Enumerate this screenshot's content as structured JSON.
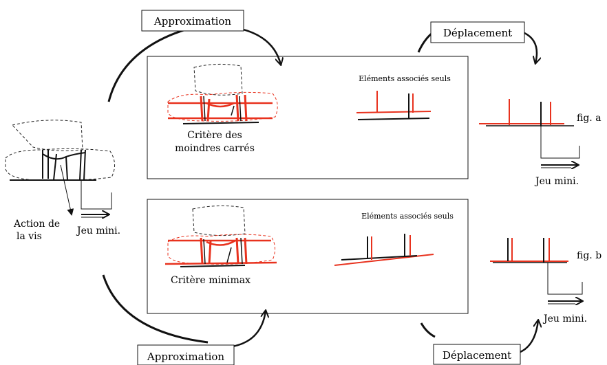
{
  "colors": {
    "red": "#e8321e",
    "black": "#111111"
  },
  "labels": {
    "approx_top": "Approximation",
    "approx_bottom": "Approximation",
    "depl_top": "Déplacement",
    "depl_bottom": "Déplacement",
    "assoc_top": "Eléments associés seuls",
    "assoc_bottom": "Eléments associés seuls",
    "crit_lsq_line1": "Critère des",
    "crit_lsq_line2": "moindres carrés",
    "crit_minimax": "Critère minimax",
    "fig_a": "fig. a",
    "fig_b": "fig. b",
    "jeu_left": "Jeu mini.",
    "jeu_a": "Jeu mini.",
    "jeu_b": "Jeu mini.",
    "action_line1": "Action de",
    "action_line2": "la vis"
  }
}
